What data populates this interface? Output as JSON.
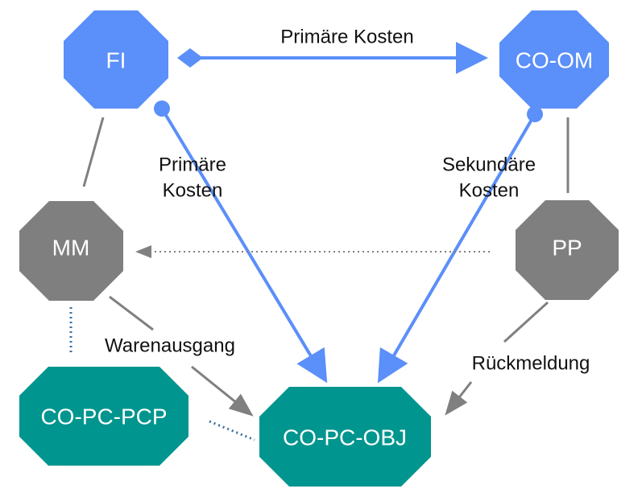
{
  "colors": {
    "blue": "#5b8ff9",
    "gray": "#7f7f7f",
    "teal": "#00958e",
    "connector_gray": "#808080",
    "dotted_blue": "#3a6f9c",
    "text": "#111111",
    "node_text": "#ffffff"
  },
  "nodes": {
    "fi": {
      "label": "FI"
    },
    "co_om": {
      "label": "CO-OM"
    },
    "mm": {
      "label": "MM"
    },
    "pp": {
      "label": "PP"
    },
    "co_pc_pcp": {
      "label": "CO-PC-PCP"
    },
    "co_pc_obj": {
      "label": "CO-PC-OBJ"
    }
  },
  "edges": {
    "top_label": "Primäre Kosten",
    "left_label_line1": "Primäre",
    "left_label_line2": "Kosten",
    "right_label_line1": "Sekundäre",
    "right_label_line2": "Kosten",
    "warenausgang": "Warenausgang",
    "rueckmeldung": "Rückmeldung"
  }
}
